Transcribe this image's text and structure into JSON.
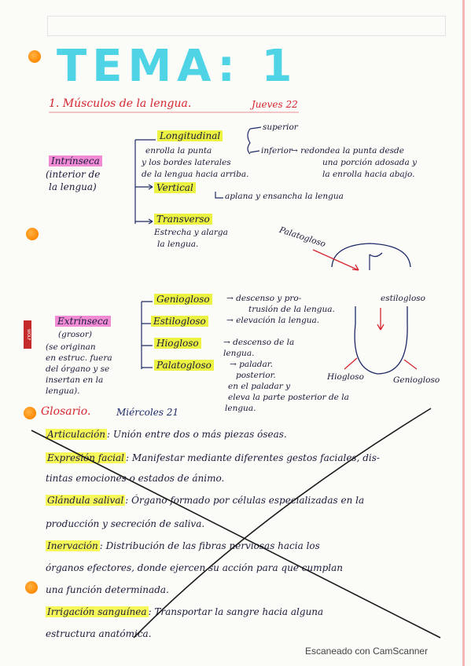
{
  "title": "TEMA: 1",
  "section1": {
    "heading": "1. Músculos de la lengua.",
    "date": "Jueves 22"
  },
  "intrinseca": {
    "label": "Intrínseca",
    "desc": [
      "(interior de",
      "la lengua)"
    ],
    "longitudinal": "Longitudinal",
    "long_desc": [
      "enrolla la punta",
      "y los bordes laterales",
      "de la lengua hacia arriba."
    ],
    "superior": "superior",
    "inferior": "inferior",
    "inf_desc": [
      "→ redondea la punta desde",
      "una porción adosada y",
      "la enrolla hacia abajo."
    ],
    "vertical": "Vertical",
    "vert_desc": "aplana y ensancha la lengua",
    "transverso": "Transverso",
    "trans_desc": [
      "Estrecha y alarga",
      "la lengua."
    ]
  },
  "extrinseca": {
    "label": "Extrínseca",
    "desc": [
      "(grosor)",
      "(se originan",
      "en estruc. fuera",
      "del órgano y se",
      "insertan en la",
      "lengua)."
    ],
    "items": [
      {
        "name": "Geniogloso",
        "desc": [
          "→ descenso y pro-",
          "trusión de la lengua."
        ]
      },
      {
        "name": "Estilogloso",
        "desc": [
          "→ elevación la lengua."
        ]
      },
      {
        "name": "Hiogloso",
        "desc": [
          "→ descenso de la",
          "lengua."
        ]
      },
      {
        "name": "Palatogloso",
        "desc": [
          "→ paladar.",
          "posterior.",
          "en el paladar y",
          "eleva la parte posterior de la",
          "lengua."
        ]
      }
    ]
  },
  "diagram": {
    "palatogloso": "Palatogloso",
    "estilogloso": "estilogloso",
    "hiogloso": "Hiogloso",
    "geniogloso": "Geniogloso"
  },
  "glosario": {
    "heading": "Glosario.",
    "date": "Miércoles 21",
    "entries": [
      {
        "term": "Articulación",
        "text": ": Unión entre dos o más piezas óseas."
      },
      {
        "term": "Expresión facial",
        "text": ": Manifestar mediante diferentes gestos faciales, dis-",
        "text2": "tintas emociones o estados de ánimo."
      },
      {
        "term": "Glándula salival",
        "text": ": Órgano formado por células especializadas en la",
        "text2": "producción y secreción de saliva."
      },
      {
        "term": "Inervación",
        "text": ": Distribución de las fibras nerviosas hacia los",
        "text2": "órganos efectores, donde ejercen su acción para que cumplan",
        "text3": "una función determinada."
      },
      {
        "term": "Irrigación sanguínea",
        "text": ": Transportar la sangre hacia alguna",
        "text2": "estructura anatómica."
      }
    ]
  },
  "footer": "Escaneado con CamScanner",
  "badge": "WOLF"
}
